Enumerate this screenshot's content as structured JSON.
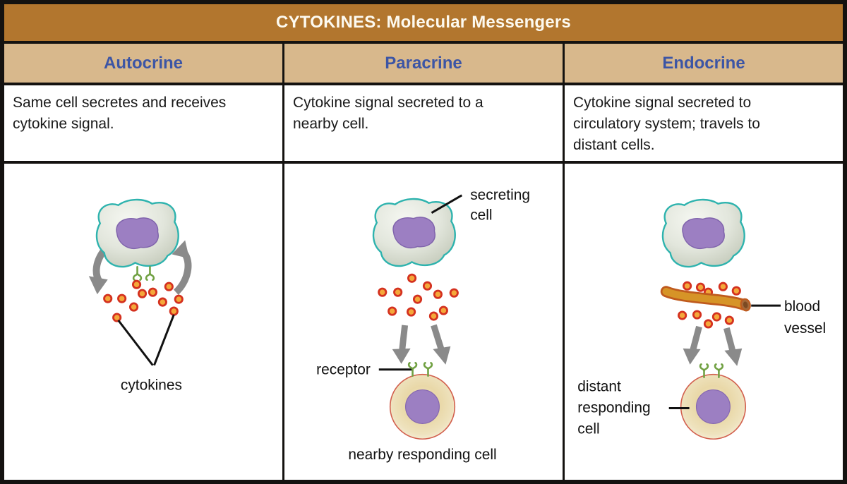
{
  "title": "CYTOKINES: Molecular Messengers",
  "columns": [
    {
      "header": "Autocrine",
      "description_lines": [
        "Same cell secretes and receives",
        "cytokine signal."
      ]
    },
    {
      "header": "Paracrine",
      "description_lines": [
        "Cytokine signal secreted to a",
        "nearby cell."
      ]
    },
    {
      "header": "Endocrine",
      "description_lines": [
        "Cytokine signal secreted to",
        "circulatory system; travels to",
        "distant cells."
      ]
    }
  ],
  "labels": {
    "autocrine": {
      "cytokines": "cytokines"
    },
    "paracrine": {
      "secreting_cell": [
        "secreting",
        "cell"
      ],
      "receptor": "receptor",
      "nearby_responding_cell": "nearby responding cell"
    },
    "endocrine": {
      "blood_vessel": [
        "blood",
        "vessel"
      ],
      "distant_responding_cell": [
        "distant",
        "responding",
        "cell"
      ]
    }
  },
  "colors": {
    "title_bar_bg": "#b2762e",
    "title_text": "#fdfaf0",
    "header_bg": "#d8b88c",
    "header_text": "#3c55a5",
    "grid_line": "#141210",
    "body_text": "#1a1a1a",
    "cell_outline_teal": "#2eb3ae",
    "cell_body_gray": "#dde1d6",
    "nucleus_purple": "#9c7fc2",
    "receptor_green": "#71a143",
    "cytokine_ring_red": "#d4311f",
    "cytokine_core_orange": "#f4a83a",
    "arrow_gray": "#8a8a8a",
    "responding_cell_fill": "#ecdcae",
    "responding_cell_outline": "#d2604e",
    "vessel_fill": "#d69427",
    "vessel_outline": "#bf5a1d"
  }
}
